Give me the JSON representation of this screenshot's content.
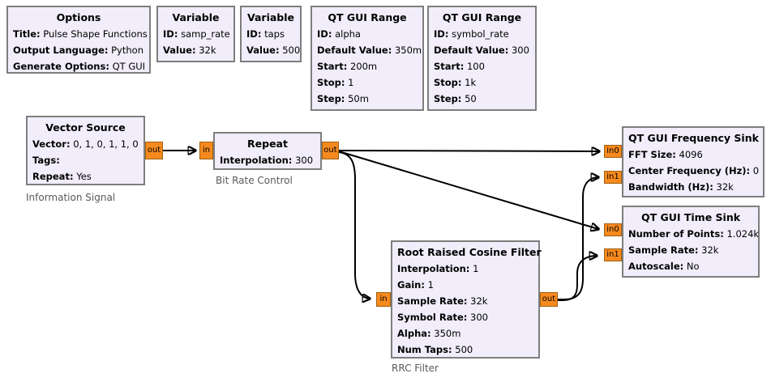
{
  "app": "GNU Radio Companion flowgraph",
  "colors": {
    "block_fill": "#f1edfa",
    "block_border": "#7e7e7e",
    "port_fill": "#f78a1e",
    "port_border": "#9d5f10",
    "wire": "#000000",
    "comment_text": "#595959",
    "canvas_bg": "#ffffff"
  },
  "blocks": {
    "options": {
      "title": "Options",
      "params": [
        {
          "name": "Title:",
          "value": "Pulse Shape Functions"
        },
        {
          "name": "Output Language:",
          "value": "Python"
        },
        {
          "name": "Generate Options:",
          "value": "QT GUI"
        }
      ]
    },
    "variable_samp_rate": {
      "title": "Variable",
      "params": [
        {
          "name": "ID:",
          "value": "samp_rate"
        },
        {
          "name": "Value:",
          "value": "32k"
        }
      ]
    },
    "variable_taps": {
      "title": "Variable",
      "params": [
        {
          "name": "ID:",
          "value": "taps"
        },
        {
          "name": "Value:",
          "value": "500"
        }
      ]
    },
    "range_alpha": {
      "title": "QT GUI Range",
      "params": [
        {
          "name": "ID:",
          "value": "alpha"
        },
        {
          "name": "Default Value:",
          "value": "350m"
        },
        {
          "name": "Start:",
          "value": "200m"
        },
        {
          "name": "Stop:",
          "value": "1"
        },
        {
          "name": "Step:",
          "value": "50m"
        }
      ]
    },
    "range_symbol_rate": {
      "title": "QT GUI Range",
      "params": [
        {
          "name": "ID:",
          "value": "symbol_rate"
        },
        {
          "name": "Default Value:",
          "value": "300"
        },
        {
          "name": "Start:",
          "value": "100"
        },
        {
          "name": "Stop:",
          "value": "1k"
        },
        {
          "name": "Step:",
          "value": "50"
        }
      ]
    },
    "vector_source": {
      "title": "Vector Source",
      "comment": "Information Signal",
      "params": [
        {
          "name": "Vector:",
          "value": "0, 1, 0, 1, 1, 0"
        },
        {
          "name": "Tags:",
          "value": ""
        },
        {
          "name": "Repeat:",
          "value": "Yes"
        }
      ],
      "ports": {
        "out": "out"
      }
    },
    "repeat": {
      "title": "Repeat",
      "comment": "Bit Rate Control",
      "params": [
        {
          "name": "Interpolation:",
          "value": "300"
        }
      ],
      "ports": {
        "in": "in",
        "out": "out"
      }
    },
    "rrc_filter": {
      "title": "Root Raised Cosine Filter",
      "comment": "RRC Filter",
      "params": [
        {
          "name": "Interpolation:",
          "value": "1"
        },
        {
          "name": "Gain:",
          "value": "1"
        },
        {
          "name": "Sample Rate:",
          "value": "32k"
        },
        {
          "name": "Symbol Rate:",
          "value": "300"
        },
        {
          "name": "Alpha:",
          "value": "350m"
        },
        {
          "name": "Num Taps:",
          "value": "500"
        }
      ],
      "ports": {
        "in": "in",
        "out": "out"
      }
    },
    "freq_sink": {
      "title": "QT GUI Frequency Sink",
      "params": [
        {
          "name": "FFT Size:",
          "value": "4096"
        },
        {
          "name": "Center Frequency (Hz):",
          "value": "0"
        },
        {
          "name": "Bandwidth (Hz):",
          "value": "32k"
        }
      ],
      "ports": {
        "in0": "in0",
        "in1": "in1"
      }
    },
    "time_sink": {
      "title": "QT GUI Time Sink",
      "params": [
        {
          "name": "Number of Points:",
          "value": "1.024k"
        },
        {
          "name": "Sample Rate:",
          "value": "32k"
        },
        {
          "name": "Autoscale:",
          "value": "No"
        }
      ],
      "ports": {
        "in0": "in0",
        "in1": "in1"
      }
    }
  },
  "connections": [
    {
      "from": "vector_source.out",
      "to": "repeat.in"
    },
    {
      "from": "repeat.out",
      "to": "freq_sink.in0"
    },
    {
      "from": "repeat.out",
      "to": "time_sink.in0"
    },
    {
      "from": "repeat.out",
      "to": "rrc_filter.in"
    },
    {
      "from": "rrc_filter.out",
      "to": "freq_sink.in1"
    },
    {
      "from": "rrc_filter.out",
      "to": "time_sink.in1"
    }
  ]
}
